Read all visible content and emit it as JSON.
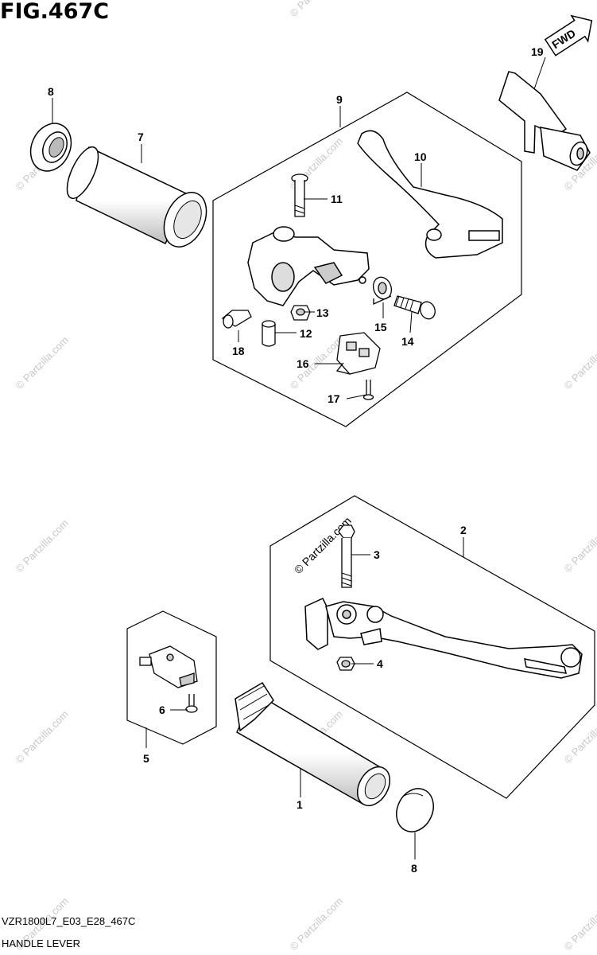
{
  "figure": {
    "title": "FIG.467C",
    "code": "VZR1800L7_E03_E28_467C",
    "name": "HANDLE LEVER"
  },
  "fwd_label": "FWD",
  "watermark": "© Partzilla.com",
  "callouts": [
    "1",
    "2",
    "3",
    "4",
    "5",
    "6",
    "7",
    "8",
    "8",
    "9",
    "10",
    "11",
    "12",
    "13",
    "14",
    "15",
    "16",
    "17",
    "18",
    "19"
  ],
  "colors": {
    "line": "#000000",
    "fill": "#ffffff",
    "shade": "#9a9a9a",
    "watermark": "#c8c8c8"
  }
}
